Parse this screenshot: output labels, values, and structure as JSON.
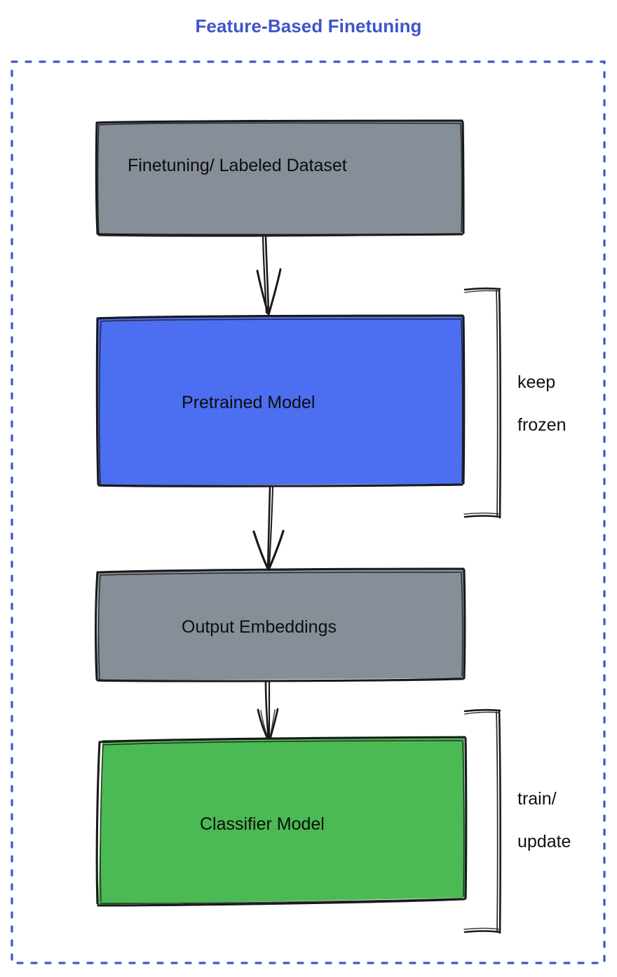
{
  "title": "Feature-Based Finetuning",
  "colors": {
    "title_text": "#3f55cc",
    "frame_dashed": "#3f55cc",
    "gray_fill": "#868e98",
    "blue_fill": "#4c6ef0",
    "green_fill": "#4cba54",
    "stroke": "#1a1a1a",
    "label_text": "#0d0d0d",
    "background": "#ffffff"
  },
  "frame": {
    "name": "dashed-container",
    "style": "dashed",
    "color": "#3f55cc"
  },
  "nodes": [
    {
      "id": "finetuning-dataset",
      "label": "Finetuning/ Labeled Dataset",
      "fill": "#868e98",
      "shape": "rectangle"
    },
    {
      "id": "pretrained-model",
      "label": "Pretrained Model",
      "fill": "#4c6ef0",
      "shape": "rectangle"
    },
    {
      "id": "output-embeddings",
      "label": "Output Embeddings",
      "fill": "#868e98",
      "shape": "rectangle"
    },
    {
      "id": "classifier-model",
      "label": "Classifier Model",
      "fill": "#4cba54",
      "shape": "rectangle"
    }
  ],
  "annotations": [
    {
      "id": "keep-frozen",
      "line1": "keep",
      "line2": "frozen",
      "target": "pretrained-model",
      "bracket": "right-brace"
    },
    {
      "id": "train-update",
      "line1": "train/",
      "line2": "update",
      "target": "classifier-model",
      "bracket": "right-brace"
    }
  ],
  "arrows": [
    {
      "id": "arrow-dataset-to-pretrained",
      "from": "finetuning-dataset",
      "to": "pretrained-model"
    },
    {
      "id": "arrow-pretrained-to-embeddings",
      "from": "pretrained-model",
      "to": "output-embeddings"
    },
    {
      "id": "arrow-embeddings-to-classifier",
      "from": "output-embeddings",
      "to": "classifier-model"
    }
  ]
}
